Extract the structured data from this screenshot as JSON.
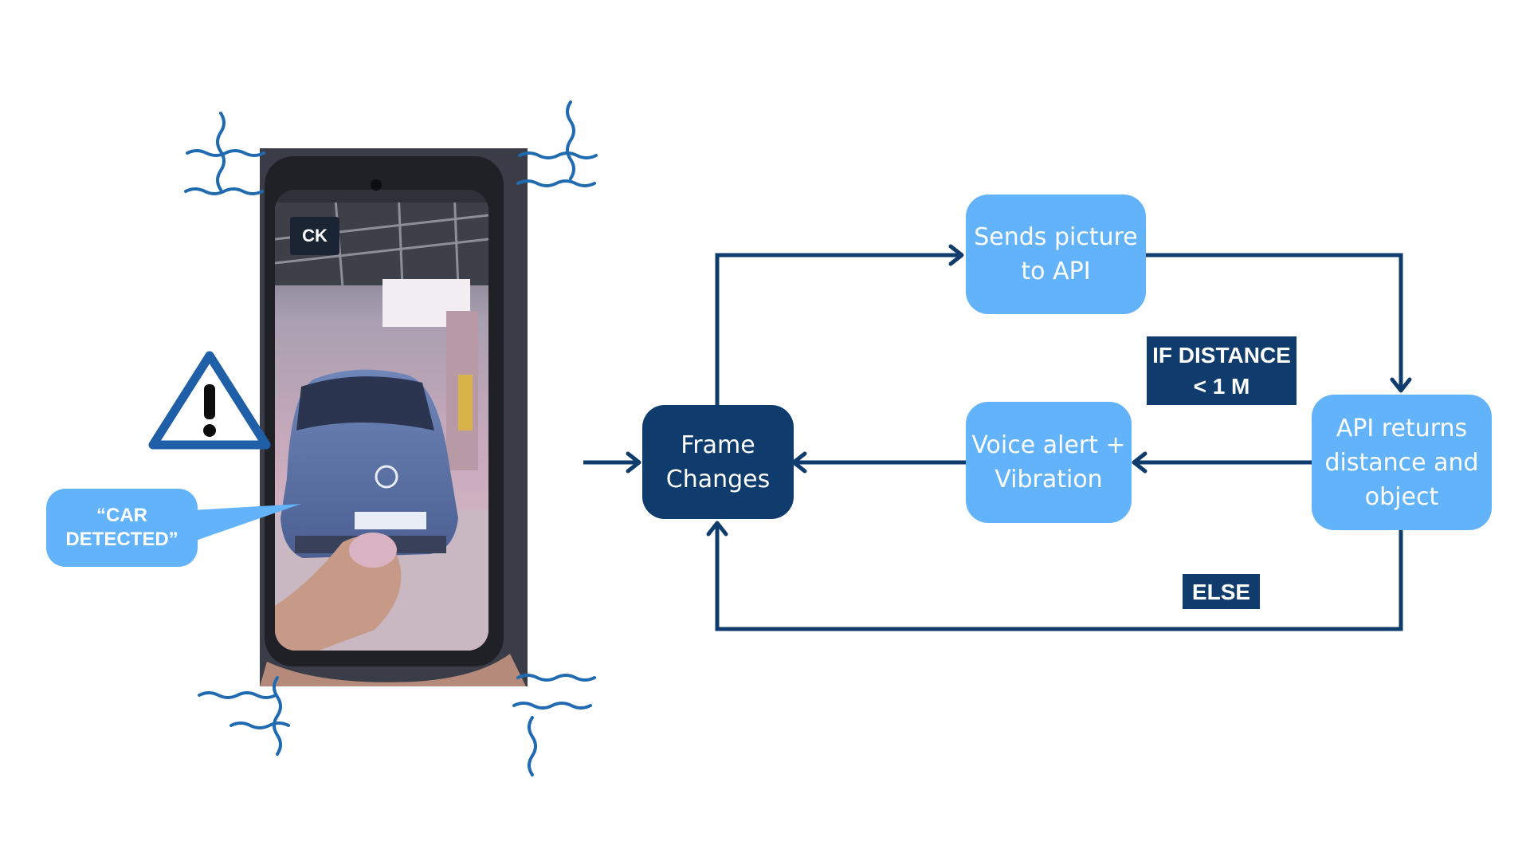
{
  "diagram": {
    "nodes": {
      "frame_changes": {
        "label": "Frame\nChanges"
      },
      "sends_picture": {
        "label": "Sends picture\nto API"
      },
      "api_returns": {
        "label": "API returns\ndistance and\nobject"
      },
      "voice_alert": {
        "label": "Voice alert +\nVibration"
      }
    },
    "conditions": {
      "if_distance": "IF DISTANCE\n< 1 M",
      "else": "ELSE"
    },
    "edges": [
      {
        "from": "frame_changes",
        "to": "sends_picture"
      },
      {
        "from": "sends_picture",
        "to": "api_returns"
      },
      {
        "from": "api_returns",
        "to": "voice_alert",
        "condition": "IF DISTANCE < 1 M"
      },
      {
        "from": "voice_alert",
        "to": "frame_changes"
      },
      {
        "from": "api_returns",
        "to": "frame_changes",
        "condition": "ELSE"
      }
    ]
  },
  "phone_illustration": {
    "alert_bubble": "“CAR\nDETECTED”",
    "warning_icon": "warning-triangle-icon",
    "vibration_icon": "vibration-waves-icon"
  },
  "colors": {
    "node_light": "#63b3fb",
    "node_dark": "#0f3c6c",
    "arrow": "#0f3c6c",
    "wave": "#1f6ab0",
    "warning": "#1f5fa8"
  }
}
